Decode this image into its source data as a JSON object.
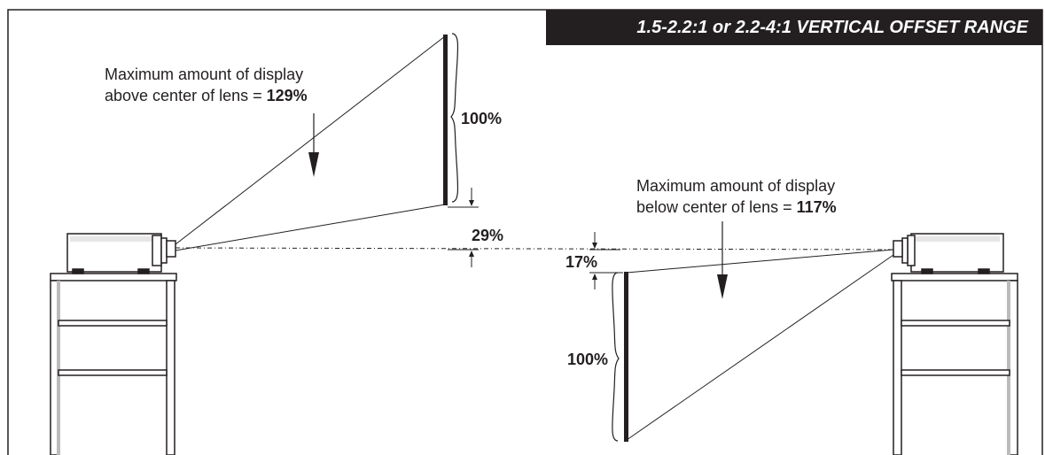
{
  "title": "1.5-2.2:1 or 2.2-4:1  VERTICAL OFFSET RANGE",
  "left_setup": {
    "caption_line1": "Maximum amount of display",
    "caption_line2_text": "above center of lens = ",
    "caption_line2_value": "129%",
    "screen_height_label": "100%",
    "offset_label": "29%"
  },
  "right_setup": {
    "caption_line1": "Maximum amount of display",
    "caption_line2_text": "below center of lens = ",
    "caption_line2_value": "117%",
    "screen_height_label": "100%",
    "offset_label": "17%"
  },
  "colors": {
    "ink": "#231f20",
    "background": "#ffffff",
    "title_bg": "#231f20",
    "title_text": "#ffffff"
  }
}
